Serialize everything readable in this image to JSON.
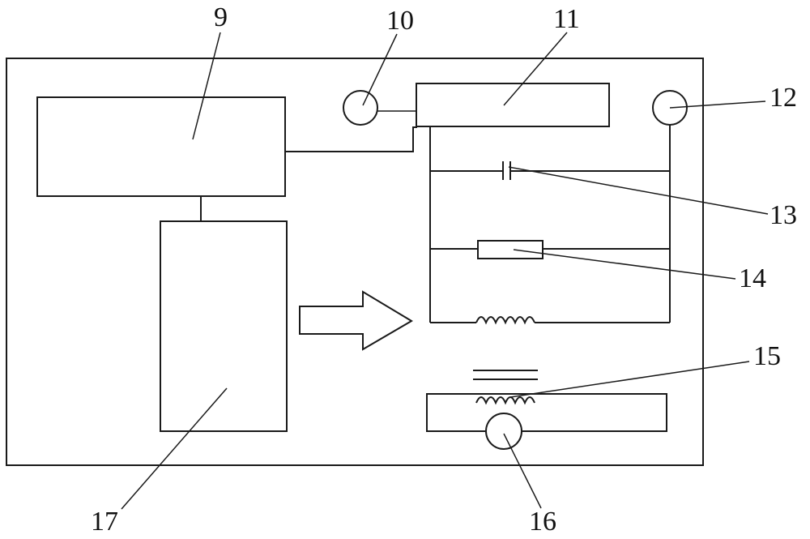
{
  "labels": {
    "l9": "9",
    "l10": "10",
    "l11": "11",
    "l12": "12",
    "l13": "13",
    "l14": "14",
    "l15": "15",
    "l16": "16",
    "l17": "17"
  }
}
